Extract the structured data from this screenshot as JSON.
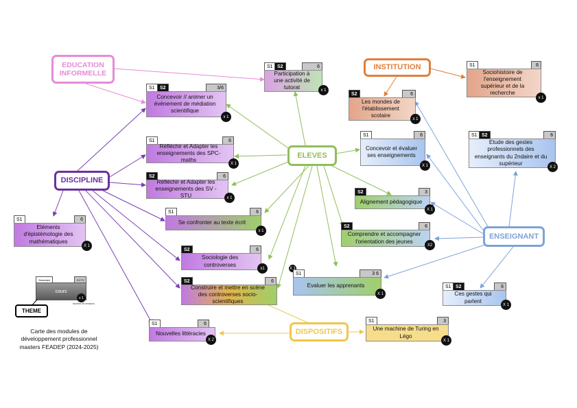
{
  "themes": {
    "education_informelle": "EDUCATION\nINFORMELLE",
    "institution": "INSTITUTION",
    "eleves": "ELEVES",
    "discipline": "DISCIPLINE",
    "enseignant": "ENSEIGNANT",
    "dispositifs": "DISPOSITIFS",
    "theme_legend": "THEME"
  },
  "colors": {
    "education_informelle": "#e58bd8",
    "institution": "#e07e3c",
    "eleves": "#8fbe5a",
    "discipline": "#6b2fa0",
    "enseignant": "#7ca3d6",
    "dispositifs": "#f0c64a"
  },
  "modules": [
    {
      "id": "m1",
      "title": "Participation à une activité de tutorat",
      "tags": [
        "S1",
        "S2"
      ],
      "ects": "6",
      "count": "x 1"
    },
    {
      "id": "m2",
      "title": "Concevoir // animer un événement de médiation scientifique",
      "tags": [
        "S1",
        "S2"
      ],
      "ects": "3/6",
      "count": "x 1"
    },
    {
      "id": "m3",
      "title": "Les mondes de l'établissement scolaire",
      "tags": [
        "S2"
      ],
      "ects": "6",
      "count": "x 1"
    },
    {
      "id": "m4",
      "title": "Sociohistoire de l'enseignement supérieur et de la recherche",
      "tags": [
        "S1"
      ],
      "ects": "6",
      "count": "x 1"
    },
    {
      "id": "m5",
      "title": "Réfléchir et Adapter les enseignements des SPC-maths",
      "tags": [
        "S1"
      ],
      "ects": "6",
      "count": "X 1"
    },
    {
      "id": "m6",
      "title": "Concevoir et évaluer ses enseignements",
      "tags": [
        "S1"
      ],
      "ects": "6",
      "count": "X 1"
    },
    {
      "id": "m7",
      "title": "Etude des gestes professionnels des enseignants du 2ndaire et du supérieur",
      "tags": [
        "S1",
        "S2"
      ],
      "ects": "6",
      "count": "X 2"
    },
    {
      "id": "m8",
      "title": "Réfléchir et Adapter les enseignements des SV - STU",
      "tags": [
        "S2"
      ],
      "ects": "6",
      "count": "x 1"
    },
    {
      "id": "m9",
      "title": "Alignement pédagogique",
      "tags": [
        "S2"
      ],
      "ects": "3",
      "count": "X 1"
    },
    {
      "id": "m10",
      "title": "Se confronter au texte écrit",
      "tags": [
        "S1"
      ],
      "ects": "6",
      "count": "x 1"
    },
    {
      "id": "m11",
      "title": "Comprendre et accompagner l'orientation des jeunes",
      "tags": [
        "S2"
      ],
      "ects": "6",
      "count": "X2"
    },
    {
      "id": "m12",
      "title": "Eléments d'épistémologie des mathématiques",
      "tags": [
        "S1"
      ],
      "ects": "6",
      "count": "X 1"
    },
    {
      "id": "m13",
      "title": "Sociologie des controverses",
      "tags": [
        "S2"
      ],
      "ects": "6",
      "count": "x1"
    },
    {
      "id": "m14",
      "title": "Evaluer les apprenants",
      "tags": [
        "S1"
      ],
      "ects": "3   6",
      "count": "X 1"
    },
    {
      "id": "m15",
      "title": "Construire et mettre en scène des controverses socio-scientifiques",
      "tags": [
        "S2"
      ],
      "ects": "6",
      "count": ""
    },
    {
      "id": "m16",
      "title": "Ces gestes qui parlent",
      "tags": [
        "S1",
        "S2"
      ],
      "ects": "6",
      "count": "X 1"
    },
    {
      "id": "m17",
      "title": "Nouvelles littéracies",
      "tags": [
        "S1"
      ],
      "ects": "6",
      "count": "X 2"
    },
    {
      "id": "m18",
      "title": "Une machine de Turing en Légo",
      "tags": [
        "S1"
      ],
      "ects": "3",
      "count": "X 1"
    }
  ],
  "legend": {
    "semestre": "Semestre",
    "ects": "ECTS",
    "cours": "cours",
    "count": "x 1",
    "count_caption": "Nombre de sessions",
    "caption": "Carte des modules de développement professionnel masters FEADEP (2024-2025)"
  }
}
